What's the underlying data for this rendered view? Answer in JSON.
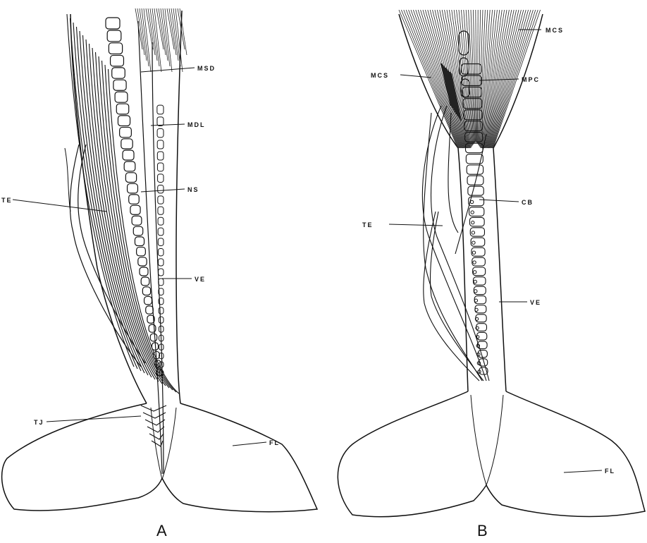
{
  "panels": [
    {
      "id": "A",
      "letter": "A",
      "labels": [
        {
          "id": "msd",
          "text": "MSD"
        },
        {
          "id": "mdl",
          "text": "MDL"
        },
        {
          "id": "ns",
          "text": "NS"
        },
        {
          "id": "te",
          "text": "TE"
        },
        {
          "id": "ve",
          "text": "VE"
        },
        {
          "id": "tj",
          "text": "TJ"
        },
        {
          "id": "fl",
          "text": "FL"
        }
      ]
    },
    {
      "id": "B",
      "letter": "B",
      "labels": [
        {
          "id": "mcs1",
          "text": "MCS"
        },
        {
          "id": "mcs2",
          "text": "MCS"
        },
        {
          "id": "mpc",
          "text": "MPC"
        },
        {
          "id": "cb",
          "text": "CB"
        },
        {
          "id": "te",
          "text": "TE"
        },
        {
          "id": "ve",
          "text": "VE"
        },
        {
          "id": "fl",
          "text": "FL"
        }
      ]
    }
  ]
}
